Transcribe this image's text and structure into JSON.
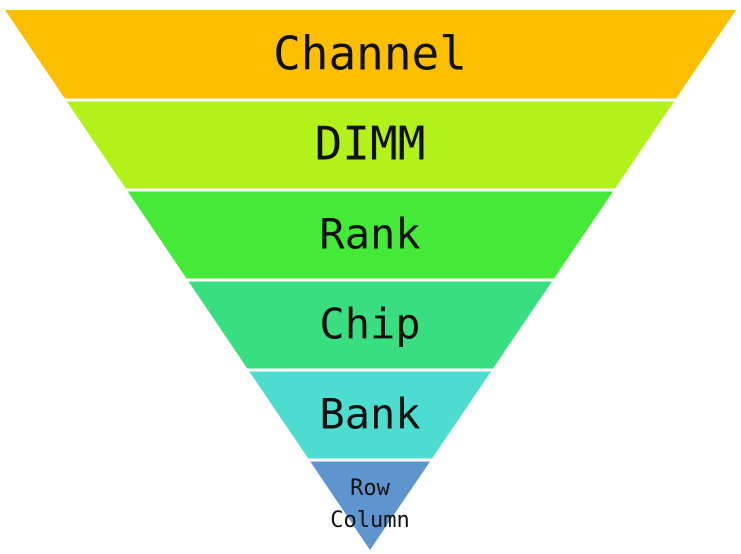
{
  "diagram": {
    "levels": [
      {
        "label": "Channel",
        "color": "#fbbf00"
      },
      {
        "label": "DIMM",
        "color": "#b2f21a"
      },
      {
        "label": "Rank",
        "color": "#45e937"
      },
      {
        "label": "Chip",
        "color": "#38de7f"
      },
      {
        "label": "Bank",
        "color": "#4ddcd0"
      },
      {
        "label_lines": [
          "Row",
          "Column"
        ],
        "color": "#5e95cf"
      }
    ]
  }
}
